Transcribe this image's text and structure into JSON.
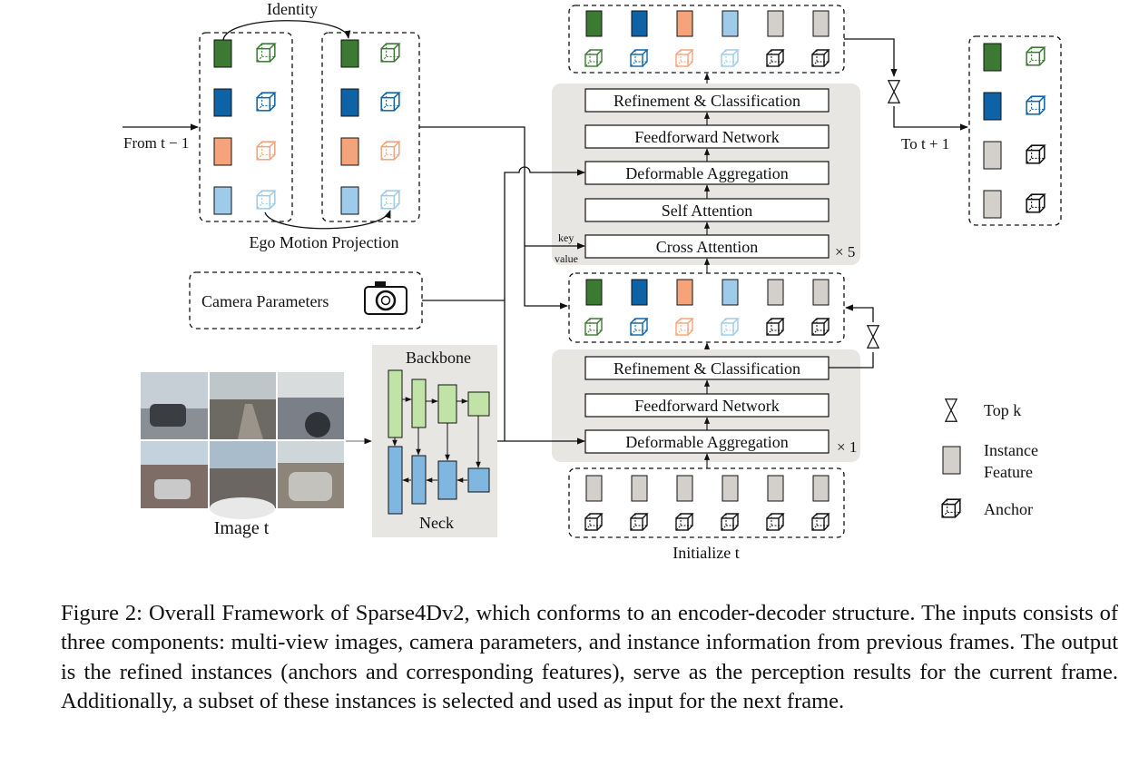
{
  "diagram": {
    "colors": {
      "dark_green": "#3c7a34",
      "dark_blue": "#0e63a6",
      "orange": "#f4a37a",
      "light_blue": "#9ecbea",
      "gray": "#d3d0cc",
      "panel_gray": "#e8e6e2",
      "backbone_green": "#c2e3a8",
      "neck_blue": "#7fb7e0"
    },
    "identity_label": "Identity",
    "from_prev_label": "From t − 1",
    "ego_motion_label": "Ego Motion Projection",
    "camera_params_label": "Camera Parameters",
    "image_label": "Image t",
    "backbone_label": "Backbone",
    "neck_label": "Neck",
    "initialize_label": "Initialize t",
    "to_next_label": "To t + 1",
    "key_label": "key",
    "value_label": "value",
    "top_decoder": {
      "layers": [
        "Refinement & Classification",
        "Feedforward Network",
        "Deformable Aggregation",
        "Self Attention",
        "Cross Attention"
      ],
      "repeat": "× 5"
    },
    "bottom_decoder": {
      "layers": [
        "Refinement & Classification",
        "Feedforward Network",
        "Deformable Aggregation"
      ],
      "repeat": "× 1"
    },
    "legend": {
      "topk": "Top k",
      "instance_feature_line1": "Instance",
      "instance_feature_line2": "Feature",
      "anchor": "Anchor"
    }
  },
  "caption": "Figure 2: Overall Framework of Sparse4Dv2, which conforms to an encoder-decoder structure. The inputs consists of three components: multi-view images, camera parameters, and instance information from previous frames. The output is the refined instances (anchors and corresponding features), serve as the perception results for the current frame. Additionally, a subset of these instances is selected and used as input for the next frame."
}
